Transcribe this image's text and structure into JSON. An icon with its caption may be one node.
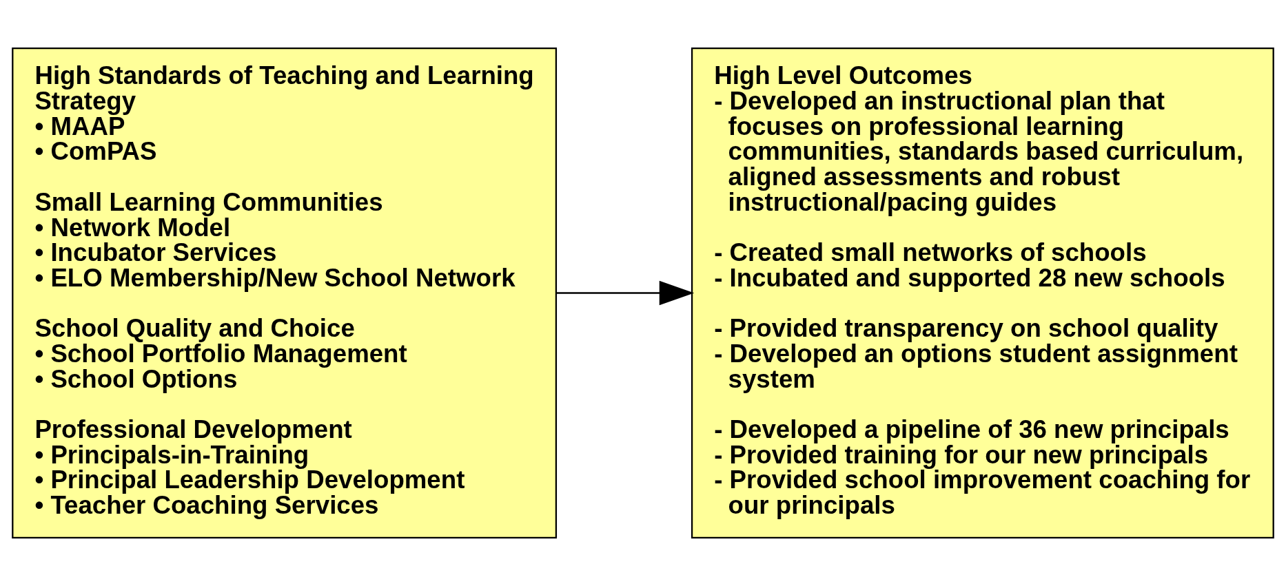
{
  "diagram": {
    "nodes": [
      {
        "text": [
          "High Standards of Teaching and Learning",
          "Strategy",
          "• MAAP",
          "• ComPAS",
          "Small Learning Communities",
          "• Network Model",
          "• Incubator Services",
          "• ELO Membership/New School Network",
          "School Quality and Choice",
          "• School Portfolio Management",
          "• School Options",
          "Professional Development",
          "• Principals-in-Training",
          "• Principal Leadership Development",
          "• Teacher Coaching Services"
        ]
      },
      {
        "text": [
          "High Level Outcomes",
          "- Developed an instructional plan that focuses on professional learning communities, standards based curriculum, aligned assessments and robust instructional/pacing guides",
          "- Created small networks of schools",
          "- Incubated and supported 28 new schools",
          "- Provided transparency on school quality",
          "- Developed an options student assignment system",
          "- Developed a pipeline of 36 new principals",
          "- Provided training for our new principals",
          "- Provided school improvement coaching for our principals"
        ]
      }
    ],
    "edges": [
      {
        "from": 0,
        "to": 1,
        "arrow": "to"
      }
    ]
  }
}
